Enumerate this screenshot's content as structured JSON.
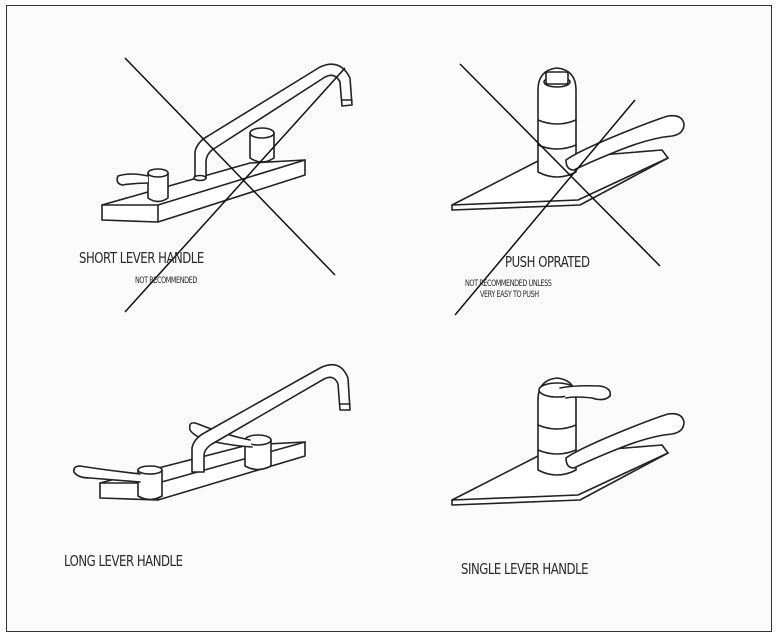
{
  "figure": {
    "panels": [
      {
        "label": "SHORT LEVER HANDLE",
        "note_lines": [
          "NOT RECOMMENDED"
        ],
        "crossed_out": true
      },
      {
        "label": "PUSH OPRATED",
        "note_lines": [
          "NOT RECOMMENDED UNLESS",
          "VERY EASY TO PUSH"
        ],
        "crossed_out": true
      },
      {
        "label": "LONG LEVER HANDLE",
        "note_lines": [],
        "crossed_out": false
      },
      {
        "label": "SINGLE LEVER HANDLE",
        "note_lines": [],
        "crossed_out": false
      }
    ]
  }
}
